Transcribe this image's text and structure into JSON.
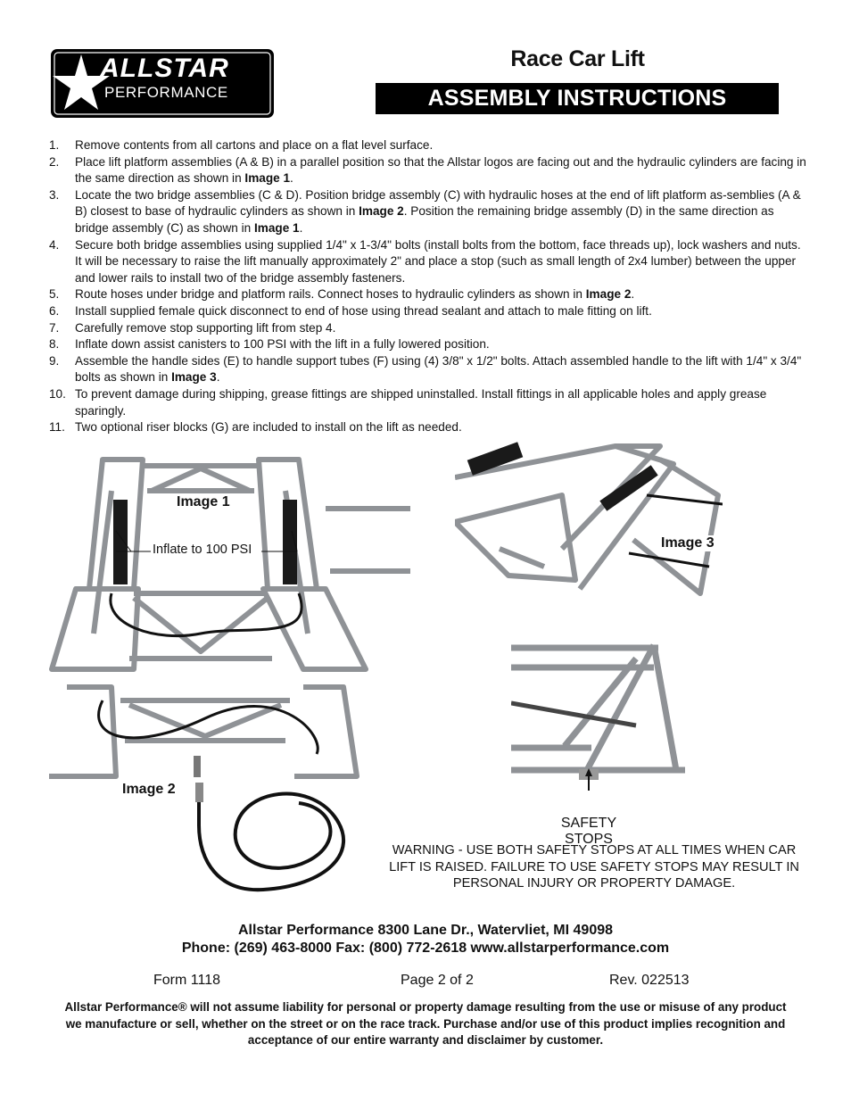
{
  "header": {
    "logo_top": "ALLSTAR",
    "logo_bottom": "PERFORMANCE",
    "title": "Race Car Lift",
    "subtitle": "ASSEMBLY INSTRUCTIONS"
  },
  "steps": [
    {
      "num": "1.",
      "html": "Remove contents from all cartons and place on a flat level surface."
    },
    {
      "num": "2.",
      "html": "Place lift platform assemblies (A &amp; B) in a parallel position so that the Allstar logos are facing out and the hydraulic cylinders are facing in the same direction as shown in <b>Image 1</b>."
    },
    {
      "num": "3.",
      "html": "Locate the two bridge assemblies (C &amp; D). Position bridge assembly (C) with hydraulic hoses at the end of lift platform as-semblies (A &amp; B) closest to base of hydraulic cylinders as shown in <b>Image 2</b>. Position the remaining bridge assembly (D) in the same direction as bridge assembly (C) as shown in <b>Image 1</b>."
    },
    {
      "num": "4.",
      "html": "Secure both bridge assemblies using supplied 1/4\" x 1-3/4\" bolts (install bolts from the bottom, face threads up), lock washers and nuts. It will be necessary to raise the lift manually approximately 2\" and place a stop (such as small length of 2x4 lumber) between the upper and lower rails to install two of the bridge assembly fasteners."
    },
    {
      "num": "5.",
      "html": "Route hoses under bridge and platform rails. Connect hoses to hydraulic cylinders as shown in <b>Image 2</b>."
    },
    {
      "num": "6.",
      "html": "Install supplied female quick disconnect to end of hose using thread sealant and attach to male fitting on lift."
    },
    {
      "num": "7.",
      "html": "Carefully remove stop supporting lift from step 4."
    },
    {
      "num": "8.",
      "html": "Inflate down assist canisters to 100 PSI with the lift in a fully lowered position."
    },
    {
      "num": "9.",
      "html": "Assemble the handle sides (E) to handle support tubes (F) using (4) 3/8\" x 1/2\" bolts. Attach assembled handle to the lift with 1/4\" x 3/4\" bolts as shown in <b>Image 3</b>."
    },
    {
      "num": "10.",
      "html": "To prevent damage during shipping, grease fittings are shipped uninstalled. Install fittings in all applicable holes and apply grease sparingly."
    },
    {
      "num": "11.",
      "html": "Two optional riser blocks (G) are included to install on the lift as needed."
    }
  ],
  "figures": {
    "image1_label": "Image 1",
    "image1_callout": "Inflate to 100 PSI",
    "image2_label": "Image 2",
    "image3_label": "Image 3",
    "safety_label": "SAFETY STOPS",
    "warning": "WARNING - USE BOTH SAFETY STOPS AT ALL TIMES WHEN CAR LIFT IS RAISED. FAILURE TO USE SAFETY STOPS MAY RESULT IN PERSONAL INJURY OR PROPERTY DAMAGE."
  },
  "footer": {
    "address_line1": "Allstar Performance 8300 Lane Dr., Watervliet, MI 49098",
    "address_line2": "Phone: (269) 463-8000 Fax: (800) 772-2618 www.allstarperformance.com",
    "form": "Form 1118",
    "page": "Page 2 of 2",
    "rev": "Rev. 022513",
    "disclaimer": "Allstar Performance® will not assume liability for personal or property damage resulting from the use or misuse of any product we manufacture or sell, whether on the street or on the race track. Purchase and/or use of this product implies recognition and acceptance of our entire warranty and disclaimer by customer."
  }
}
